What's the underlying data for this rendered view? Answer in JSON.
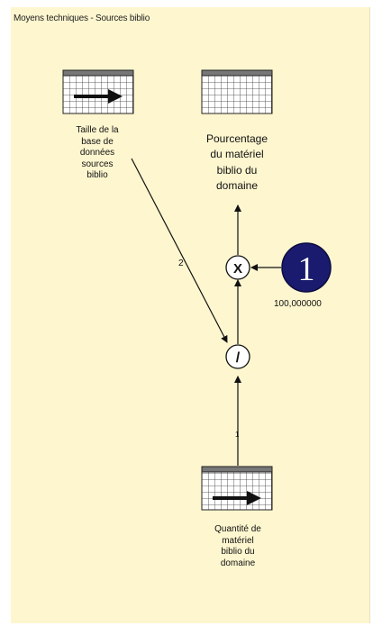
{
  "header": {
    "title": "Moyens techniques - Sources biblio"
  },
  "nodes": {
    "taille": {
      "lines": [
        "Taille de la",
        "base de",
        "données",
        "sources",
        "biblio"
      ]
    },
    "pourcentage": {
      "lines": [
        "Pourcentage",
        "du matériel",
        "biblio du",
        "domaine"
      ]
    },
    "quantite": {
      "lines": [
        "Quantité de",
        "matériel",
        "biblio du",
        "domaine"
      ]
    },
    "constant": {
      "symbol": "1",
      "value": "100,000000"
    },
    "multiply": {
      "symbol": "X"
    },
    "divide": {
      "symbol": "/"
    }
  },
  "arrows": {
    "taille_to_divide_label": "2",
    "quantite_to_divide_label": "1"
  },
  "colors": {
    "background": "#fdf6cf",
    "constant_fill": "#1a1a6e"
  }
}
